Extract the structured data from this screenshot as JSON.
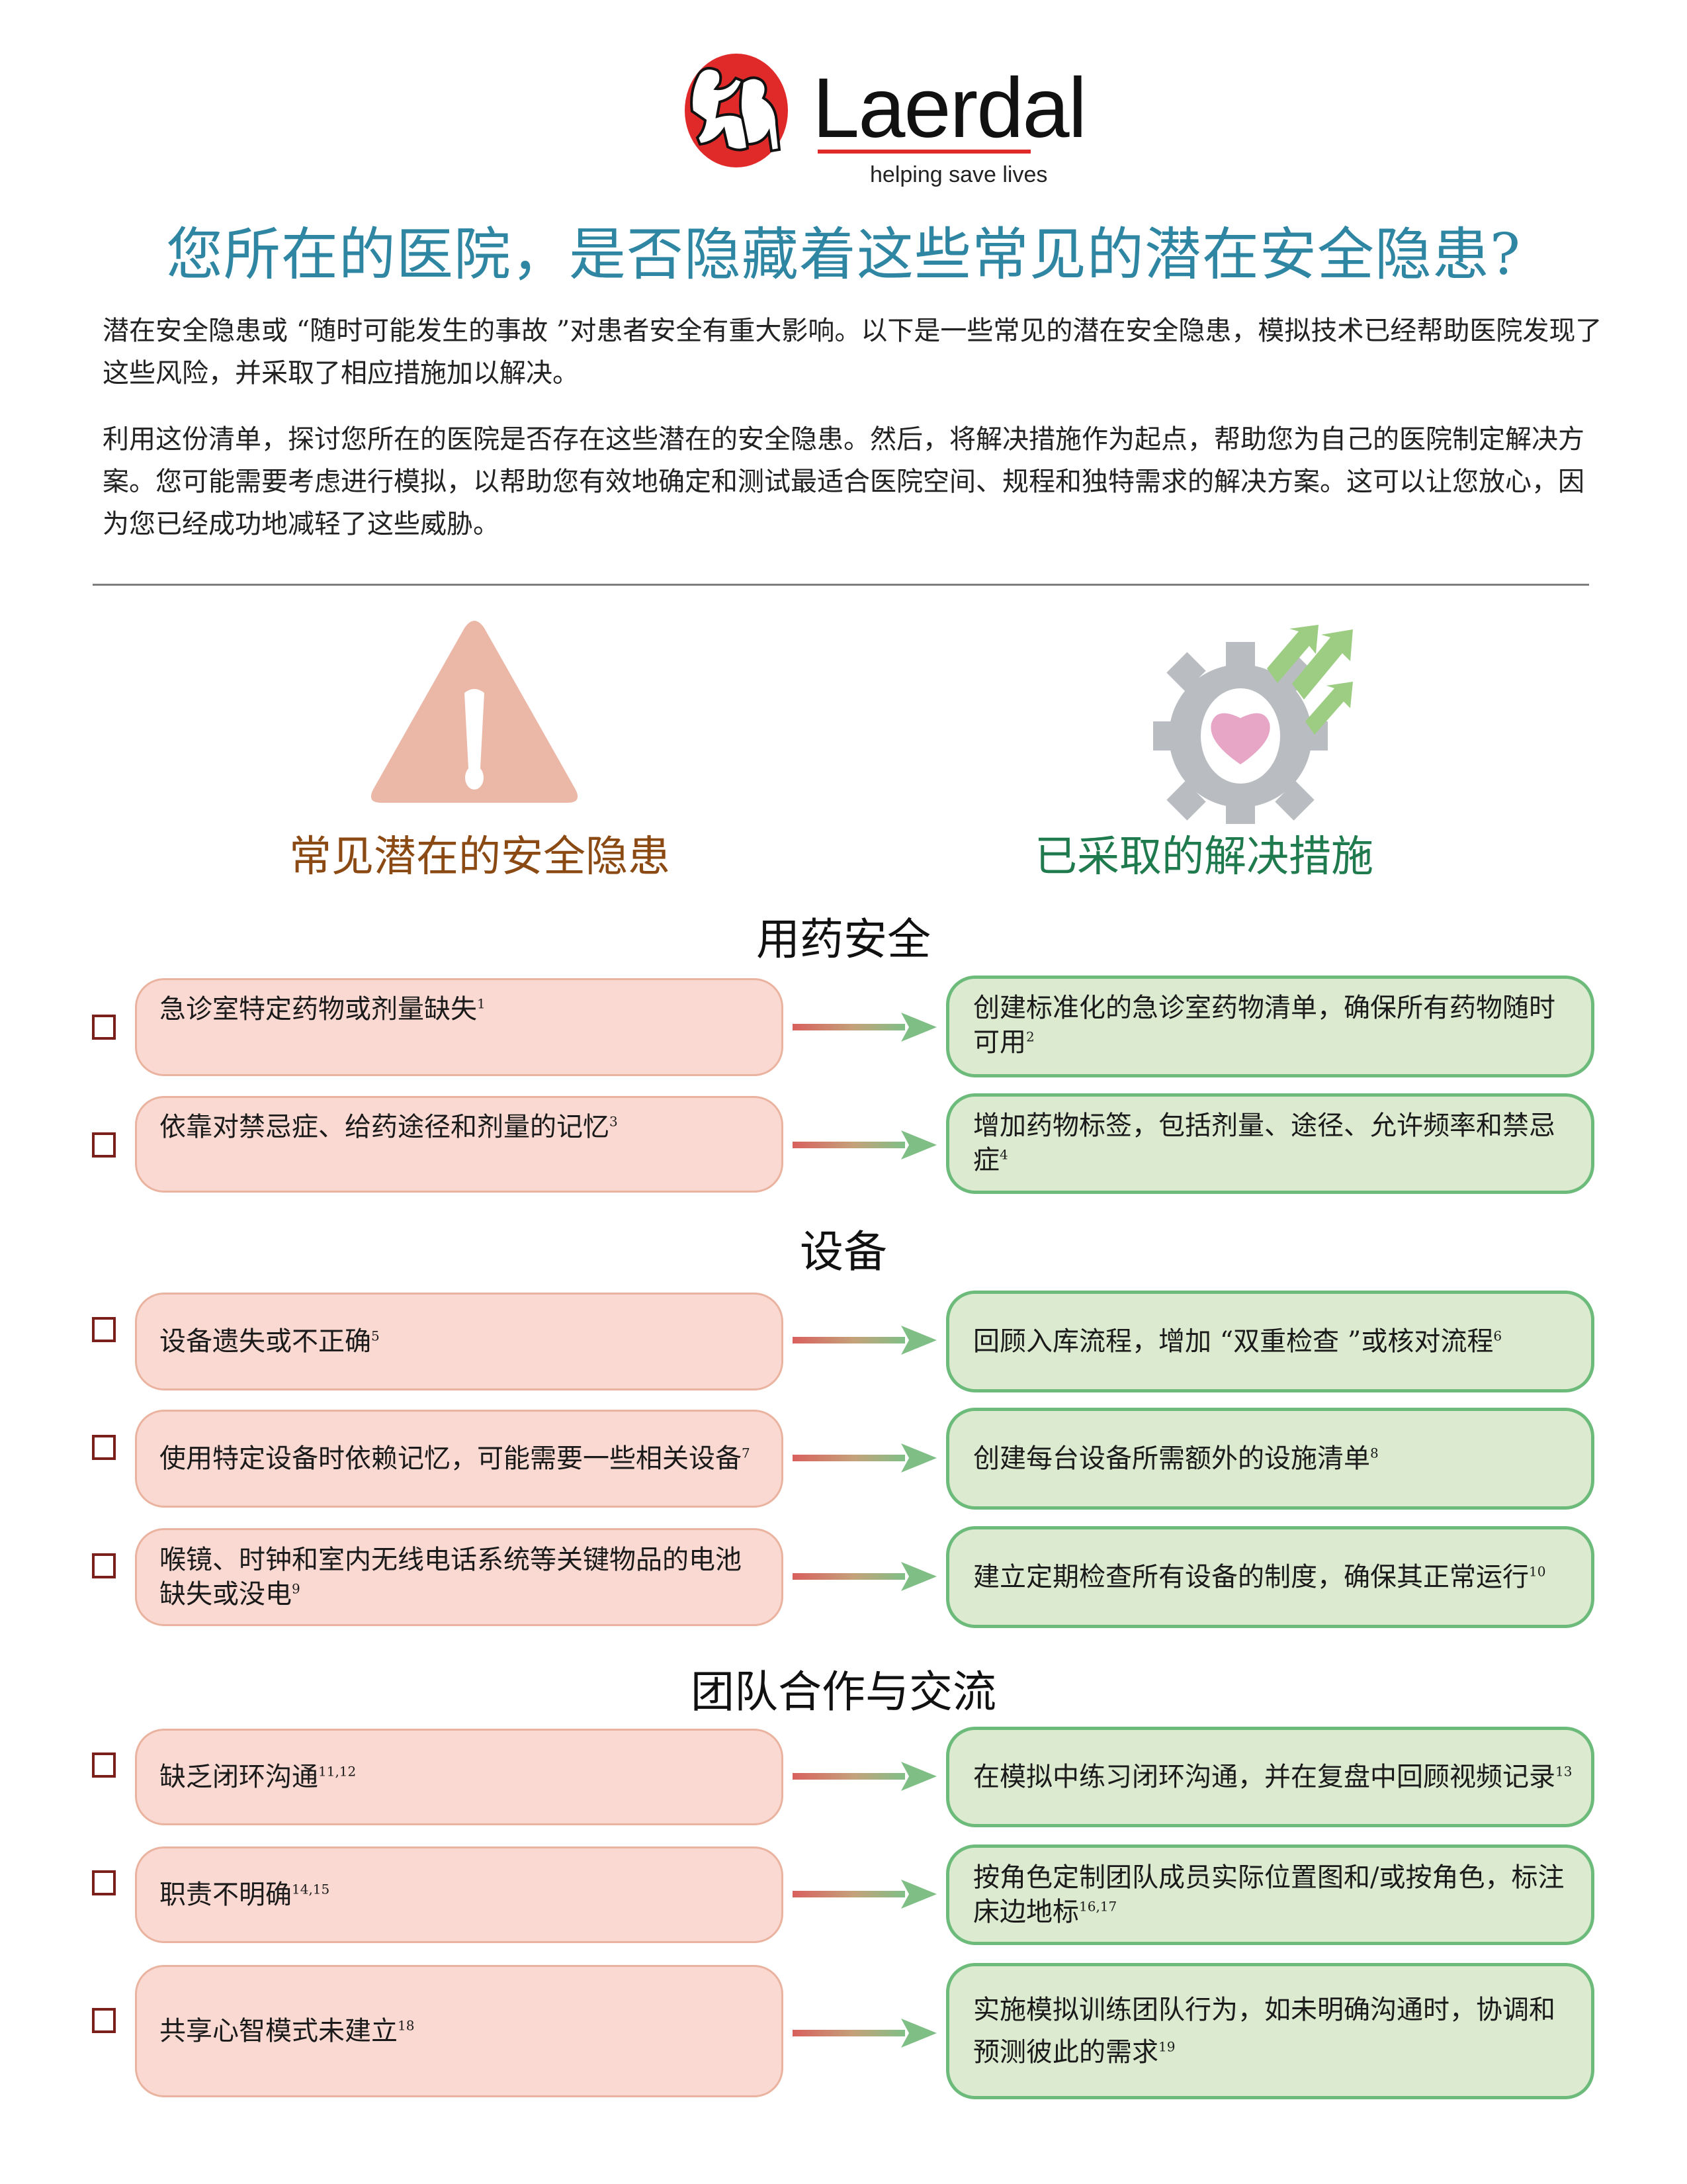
{
  "brand": {
    "name": "Laerdal",
    "tagline": "helping save lives",
    "colors": {
      "red": "#e02a2a",
      "black": "#111111"
    }
  },
  "title": "您所在的医院，是否隐藏着这些常见的潜在安全隐患?",
  "intro": {
    "paragraph1": "潜在安全隐患或 “随时可能发生的事故 ”对患者安全有重大影响。以下是一些常见的潜在安全隐患，模拟技术已经帮助医院发现了这些风险，并采取了相应措施加以解决。",
    "paragraph2": "利用这份清单，探讨您所在的医院是否存在这些潜在的安全隐患。然后，将解决措施作为起点，帮助您为自己的医院制定解决方案。您可能需要考虑进行模拟，以帮助您有效地确定和测试最适合医院空间、规程和独特需求的解决方案。这可以让您放心，因为您已经成功地减轻了这些威胁。"
  },
  "columns": {
    "left": {
      "heading": "常见潜在的安全隐患",
      "icon": "warning-triangle-icon",
      "color": "#8b4a14"
    },
    "right": {
      "heading": "已采取的解决措施",
      "icon": "gear-heart-arrows-icon",
      "color": "#1f7a4d"
    }
  },
  "colors": {
    "title": "#2f86a3",
    "hazard_fill": "#fad9d2",
    "hazard_border": "#eab3a0",
    "solution_fill": "#dcead0",
    "solution_border": "#6dbb7b",
    "checkbox_border": "#7a1f1a"
  },
  "sections": [
    {
      "title": "用药安全",
      "rows": [
        {
          "checked": false,
          "hazard": "急诊室特定药物或剂量缺失",
          "hazard_ref": "1",
          "solution": "创建标准化的急诊室药物清单，确保所有药物随时可用",
          "solution_ref": "2"
        },
        {
          "checked": false,
          "hazard": "依靠对禁忌症、给药途径和剂量的记忆",
          "hazard_ref": "3",
          "solution": "增加药物标签，包括剂量、途径、允许频率和禁忌症",
          "solution_ref": "4"
        }
      ]
    },
    {
      "title": "设备",
      "rows": [
        {
          "checked": false,
          "hazard": "设备遗失或不正确",
          "hazard_ref": "5",
          "solution": "回顾入库流程，增加 “双重检查 ”或核对流程",
          "solution_ref": "6"
        },
        {
          "checked": false,
          "hazard": "使用特定设备时依赖记忆，可能需要一些相关设备",
          "hazard_ref": "7",
          "solution": "创建每台设备所需额外的设施清单",
          "solution_ref": "8"
        },
        {
          "checked": false,
          "hazard": "喉镜、时钟和室内无线电话系统等关键物品的电池缺失或没电",
          "hazard_ref": "9",
          "solution": "建立定期检查所有设备的制度，确保其正常运行",
          "solution_ref": "10"
        }
      ]
    },
    {
      "title": "团队合作与交流",
      "rows": [
        {
          "checked": false,
          "hazard": "缺乏闭环沟通",
          "hazard_ref": "11,12",
          "solution": "在模拟中练习闭环沟通，并在复盘中回顾视频记录",
          "solution_ref": "13"
        },
        {
          "checked": false,
          "hazard": "职责不明确",
          "hazard_ref": "14,15",
          "solution": "按角色定制团队成员实际位置图和/或按角色，标注床边地标",
          "solution_ref": "16,17"
        },
        {
          "checked": false,
          "hazard": "共享心智模式未建立",
          "hazard_ref": "18",
          "solution": "实施模拟训练团队行为，如未明确沟通时，协调和预测彼此的需求",
          "solution_ref": "19"
        }
      ]
    }
  ]
}
